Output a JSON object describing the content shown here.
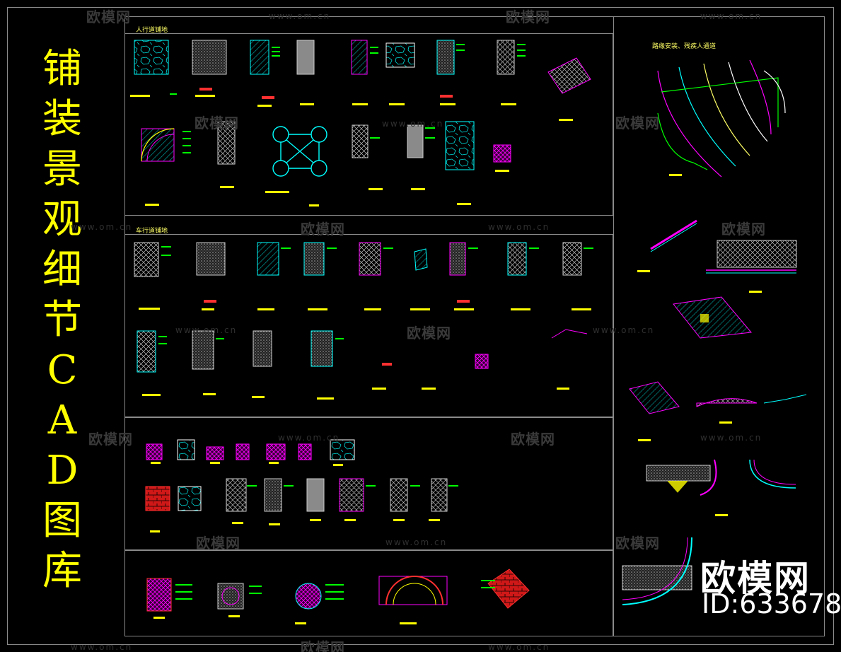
{
  "title_chars": [
    "铺",
    "装",
    "景",
    "观",
    "细",
    "节",
    "C",
    "A",
    "D",
    "图",
    "库"
  ],
  "sections": {
    "pedestrian": "人行道铺地",
    "vehicle": "车行道铺地",
    "curb_title": "路缘安装、残疾人通道"
  },
  "watermark": {
    "brand": "欧模网",
    "url": "www.om.cn"
  },
  "brand_badge": "欧模网",
  "id_text": "ID:633678",
  "colors": {
    "background": "#000000",
    "title": "#ffff00",
    "frame": "#8a8a8a",
    "cyan": "#00ffff",
    "magenta": "#ff00ff",
    "green": "#00ff00",
    "yellow": "#ffff00",
    "red": "#ff2020"
  }
}
